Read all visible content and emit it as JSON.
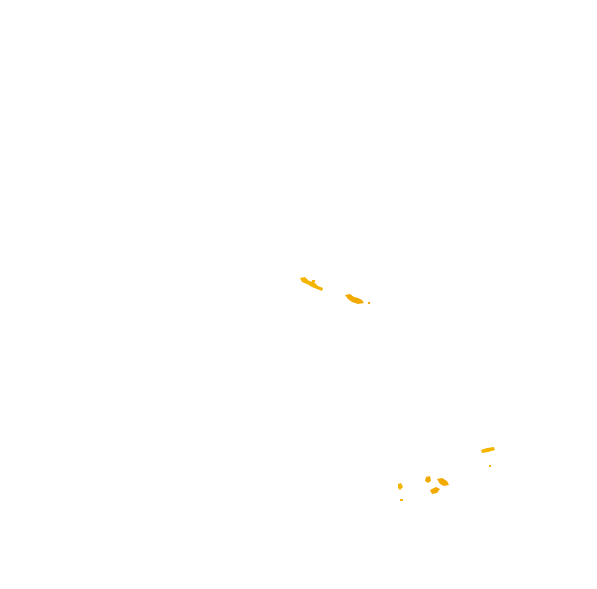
{
  "map": {
    "background_color": "#ffffff",
    "land_color": "#f5b400",
    "land_color_alt": "#f2a900",
    "layers": [
      {
        "name": "island-cluster-northwest"
      },
      {
        "name": "island-cluster-northwest-east"
      },
      {
        "name": "island-cluster-southeast-west"
      },
      {
        "name": "island-cluster-southeast-center"
      },
      {
        "name": "island-cluster-southeast-east"
      }
    ]
  }
}
